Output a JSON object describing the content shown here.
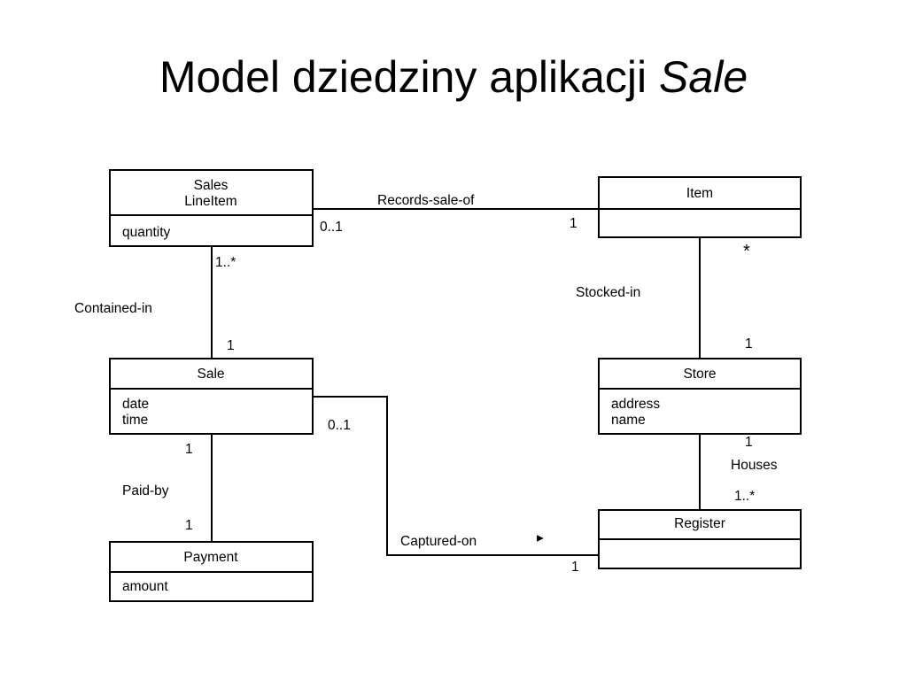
{
  "slide": {
    "title_main": "Model dziedziny aplikacji",
    "title_italic": "Sale"
  },
  "classes": {
    "sales_line_item": {
      "name_line1": "Sales",
      "name_line2": "LineItem",
      "attr1": "quantity"
    },
    "item": {
      "name": "Item"
    },
    "sale": {
      "name": "Sale",
      "attr1": "date",
      "attr2": "time"
    },
    "store": {
      "name": "Store",
      "attr1": "address",
      "attr2": "name"
    },
    "payment": {
      "name": "Payment",
      "attr1": "amount"
    },
    "register": {
      "name": "Register"
    }
  },
  "associations": {
    "records_sale_of": {
      "label": "Records-sale-of",
      "mult_lineitem": "0..1",
      "mult_item": "1"
    },
    "contained_in": {
      "label": "Contained-in",
      "mult_lineitem": "1..*",
      "mult_sale": "1"
    },
    "stocked_in": {
      "label": "Stocked-in",
      "mult_item": "*",
      "mult_store": "1"
    },
    "paid_by": {
      "label": "Paid-by",
      "mult_sale": "1",
      "mult_payment": "1"
    },
    "houses": {
      "label": "Houses",
      "mult_store": "1",
      "mult_register": "1..*"
    },
    "captured_on": {
      "label": "Captured-on",
      "arrow": "▸",
      "mult_sale": "0..1",
      "mult_register": "1"
    }
  }
}
